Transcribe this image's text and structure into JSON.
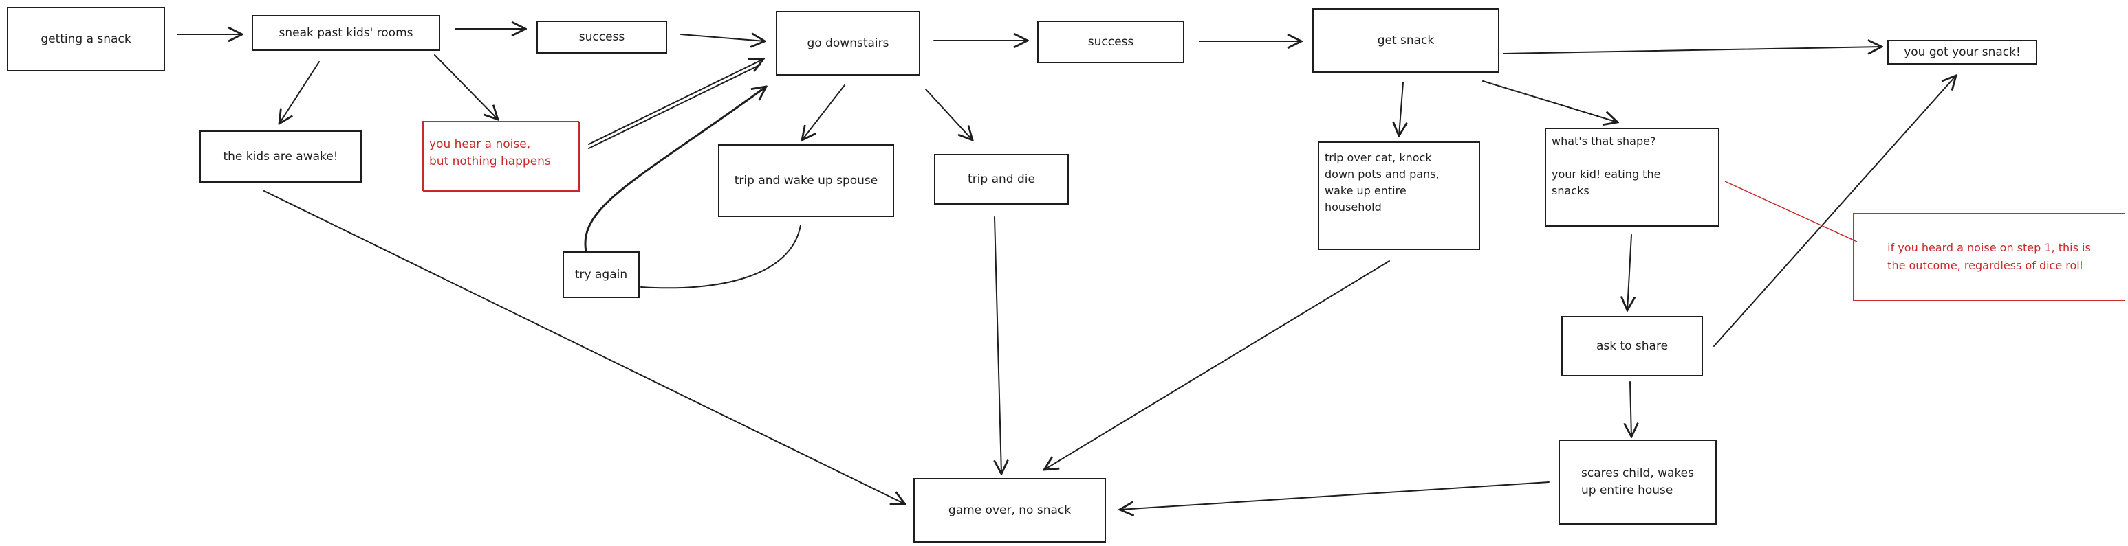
{
  "diagram": {
    "nodes": {
      "getting_snack": "getting a snack",
      "sneak_past": "sneak past kids' rooms",
      "success_1": "success",
      "go_downstairs": "go downstairs",
      "success_2": "success",
      "get_snack": "get snack",
      "got_snack": "you got your snack!",
      "kids_awake": "the kids are awake!",
      "hear_noise": "you hear a noise,\nbut nothing happens",
      "trip_wake_spouse": "trip and wake up spouse",
      "trip_die": "trip and die",
      "try_again": "try again",
      "trip_over_cat": "trip over cat, knock\ndown pots and pans,\nwake up entire\nhousehold",
      "whats_that_shape": "what's that shape?\n\nyour kid! eating the\nsnacks",
      "ask_share": "ask to share",
      "scares_child": "scares child, wakes\nup entire house",
      "game_over": "game over, no snack",
      "note_red": "if you heard a noise on step 1, this is\nthe outcome, regardless of dice roll"
    },
    "colors": {
      "ink": "#1e1e1e",
      "note": "#c92a2a"
    }
  }
}
